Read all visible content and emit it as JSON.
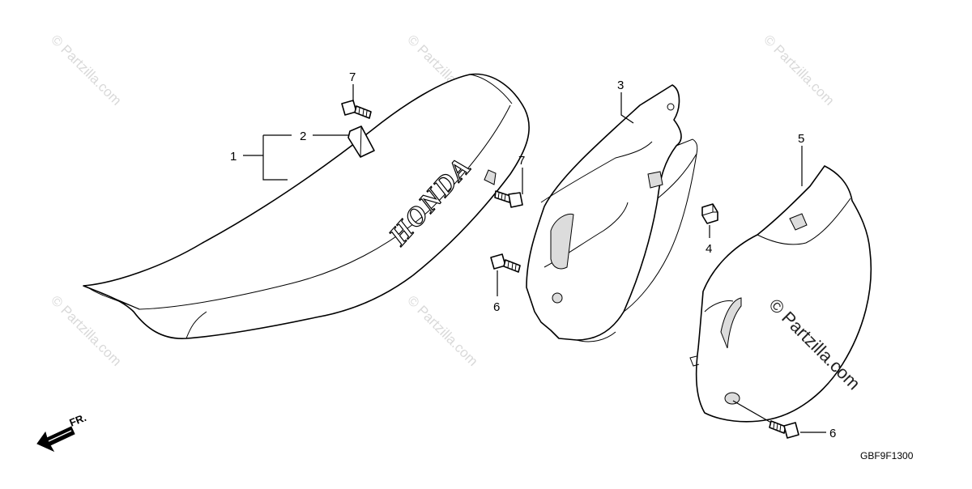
{
  "diagram": {
    "callouts": [
      "7",
      "2",
      "1",
      "7",
      "3",
      "5",
      "4",
      "6",
      "6"
    ],
    "seat_brand": "HONDA",
    "direction_label": "FR.",
    "diagram_code": "GBF9F1300",
    "watermark": "© Partzilla.com",
    "colors": {
      "line": "#000000",
      "background": "#ffffff",
      "watermark": "#d9d9d9"
    }
  }
}
